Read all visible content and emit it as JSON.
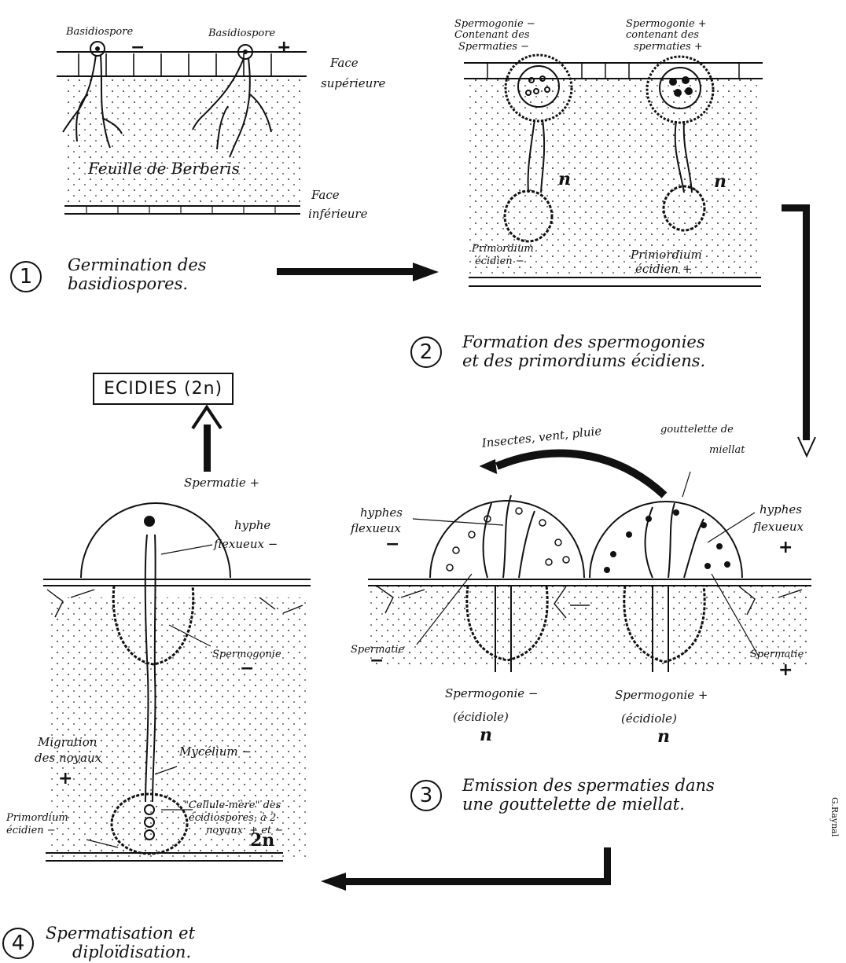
{
  "panel1": {
    "number": "1",
    "caption_line1": "Germination des",
    "caption_line2": "basidiospores.",
    "basidiospore_left": "Basidiospore",
    "basidiospore_left_sign": "−",
    "basidiospore_right": "Basidiospore",
    "basidiospore_right_sign": "+",
    "face_sup_1": "Face",
    "face_sup_2": "supérieure",
    "leaf": "Feuille de Berberis",
    "face_inf_1": "Face",
    "face_inf_2": "inférieure"
  },
  "panel2": {
    "number": "2",
    "caption_line1": "Formation des spermogonies",
    "caption_line2": "et des primordiums écidiens.",
    "sperm_minus_1": "Spermogonie −",
    "sperm_minus_2": "Contenant des",
    "sperm_minus_3": "Spermaties −",
    "sperm_plus_1": "Spermogonie +",
    "sperm_plus_2": "contenant des",
    "sperm_plus_3": "spermaties +",
    "n_left": "n",
    "n_right": "n",
    "prim_minus_1": "Primordium",
    "prim_minus_2": "écidien −",
    "prim_plus_1": "Primordium",
    "prim_plus_2": "écidien +"
  },
  "panel3": {
    "number": "3",
    "caption_line1": "Emission des spermaties dans",
    "caption_line2": "une gouttelette de miellat.",
    "vectors": "Insectes, vent, pluie",
    "droplet_1": "gouttelette de",
    "droplet_2": "miellat",
    "hyphes_left_1": "hyphes",
    "hyphes_left_2": "flexueux",
    "hyphes_left_sign": "−",
    "hyphes_right_1": "hyphes",
    "hyphes_right_2": "flexueux",
    "hyphes_right_sign": "+",
    "spermatie_left": "Spermatie",
    "spermatie_left_sign": "−",
    "spermatie_right": "Spermatie",
    "spermatie_right_sign": "+",
    "spermogonie_minus": "Spermogonie −",
    "ecidiole_minus": "(écidiole)",
    "n_minus": "n",
    "spermogonie_plus": "Spermogonie +",
    "ecidiole_plus": "(écidiole)",
    "n_plus": "n"
  },
  "panel4": {
    "number": "4",
    "caption_line1": "Spermatisation et",
    "caption_line2": "diploïdisation.",
    "ecidies": "ECIDIES (2n)",
    "spermatie_plus": "Spermatie +",
    "hyphe_1": "hyphe",
    "hyphe_2": "flexueux −",
    "spermogonie": "Spermogonie",
    "spermogonie_sign": "−",
    "migration_1": "Migration",
    "migration_2": "des noyaux",
    "migration_sign": "+",
    "mycelium": "Mycélium −",
    "cellule_1": "\"Cellule-mère\" des",
    "cellule_2": "écidiospores, à 2",
    "cellule_3": "noyaux  + et −",
    "two_n": "2n",
    "prim_1": "Primordium",
    "prim_2": "écidien −"
  },
  "signature": "G.Raynal"
}
